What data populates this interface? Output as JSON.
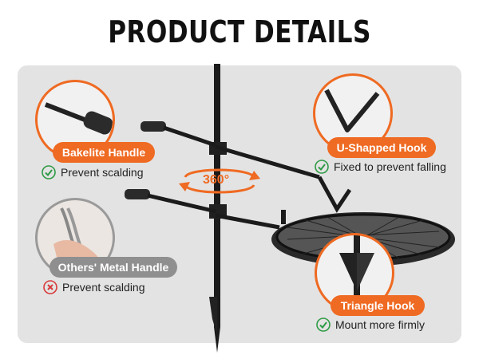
{
  "title": "PRODUCT DETAILS",
  "rotation_label": "360°",
  "callouts": {
    "bakelite": {
      "label": "Bakelite Handle",
      "note": "Prevent scalding"
    },
    "metal": {
      "label": "Others' Metal Handle",
      "note": "Prevent scalding"
    },
    "u_hook": {
      "label": "U-Shapped Hook",
      "note": "Fixed to prevent falling"
    },
    "triangle": {
      "label": "Triangle Hook",
      "note": "Mount more firmly"
    }
  },
  "colors": {
    "accent": "#ef6a22",
    "grey_tag": "#8f8f8f",
    "check": "#2e9a45",
    "cross": "#d83a3a"
  },
  "icons": {
    "positive": "check-circle-icon",
    "negative": "cross-circle-icon"
  }
}
